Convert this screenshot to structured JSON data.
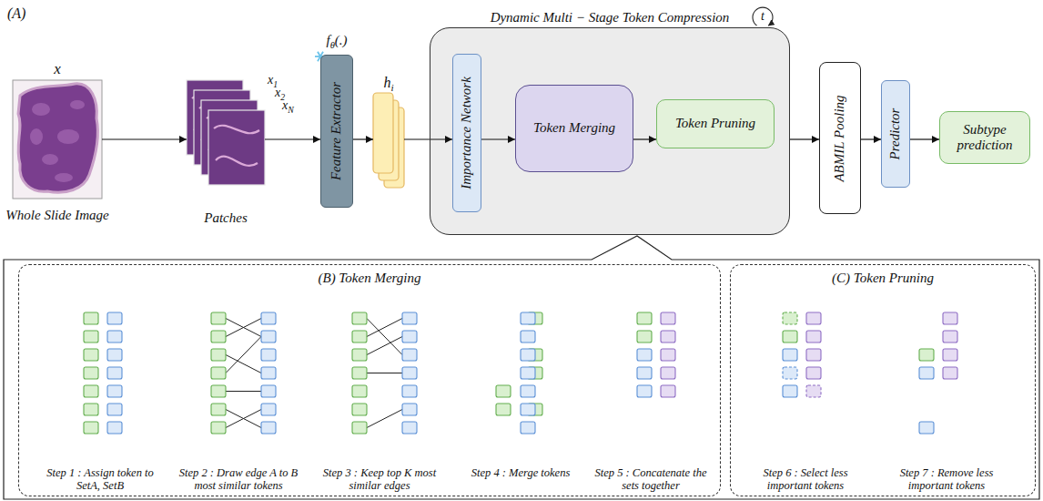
{
  "diagram": {
    "nodes": [
      {
        "text": [
          "x",
          "Whole Slide Image"
        ]
      },
      {
        "text": [
          "Patches"
        ]
      },
      {
        "text": [
          "fθ(.)",
          "Feature Extractor"
        ]
      },
      {
        "text": [
          "hi"
        ]
      },
      {
        "text": [
          "Dynamic Multi − Stage Token Compression"
        ]
      },
      {
        "text": [
          "Importance Network"
        ],
        "in": 4
      },
      {
        "text": [
          "Token Merging"
        ],
        "in": 4
      },
      {
        "text": [
          "Token Pruning"
        ],
        "in": 4
      },
      {
        "text": [
          "ABMIL Pooling"
        ]
      },
      {
        "text": [
          "Predictor"
        ]
      },
      {
        "text": [
          "Subtype prediction"
        ]
      },
      {
        "text": [
          "(B) Token Merging"
        ]
      },
      {
        "text": [
          "(C) Token Pruning"
        ]
      }
    ],
    "edges": [
      {
        "from": 0,
        "to": 1,
        "arrow": "to"
      },
      {
        "from": 1,
        "to": 2,
        "arrow": "to"
      },
      {
        "from": 2,
        "to": 3,
        "arrow": "to"
      },
      {
        "from": 3,
        "to": 5,
        "arrow": "to"
      },
      {
        "from": 5,
        "to": 6,
        "arrow": "to"
      },
      {
        "from": 6,
        "to": 7,
        "arrow": "to"
      },
      {
        "from": 4,
        "to": 8,
        "arrow": "to"
      },
      {
        "from": 8,
        "to": 9,
        "arrow": "to"
      },
      {
        "from": 9,
        "to": 10,
        "arrow": "to"
      }
    ],
    "labels": [
      "(A)",
      "x1",
      "x2",
      "xN",
      "t",
      "Step 1 : Assign token to SetA, SetB",
      "Step 2 : Draw edge A to B most similar tokens",
      "Step 3 : Keep top K most similar edges",
      "Step 4 : Merge tokens",
      "Step 5 : Concatenate the sets together",
      "Step 6 : Select less important tokens",
      "Step 7 : Remove less important tokens"
    ]
  }
}
